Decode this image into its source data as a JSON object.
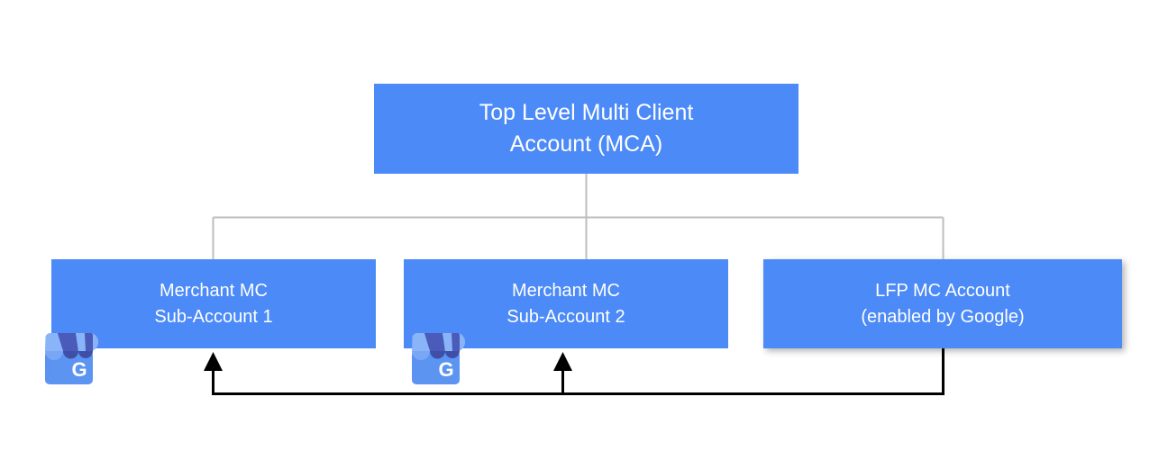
{
  "diagram": {
    "title": "Google Merchant Center account hierarchy",
    "type": "org-tree",
    "colors": {
      "node_fill": "#4c8af7",
      "node_text": "#ffffff",
      "tree_connector": "#bdbdbd",
      "flow_connector": "#000000",
      "canvas_background": "#ffffff"
    },
    "nodes": [
      {
        "id": "top-mca",
        "label": "Top Level Multi Client\nAccount (MCA)",
        "line1": "Top Level Multi Client",
        "line2": "Account (MCA)",
        "level": 1
      },
      {
        "id": "merchant-sub-1",
        "label": "Merchant MC\nSub-Account 1",
        "line1": "Merchant MC",
        "line2": "Sub-Account 1",
        "level": 2,
        "icon": "google-business-storefront-icon"
      },
      {
        "id": "merchant-sub-2",
        "label": "Merchant MC\nSub-Account 2",
        "line1": "Merchant MC",
        "line2": "Sub-Account 2",
        "level": 2,
        "icon": "google-business-storefront-icon"
      },
      {
        "id": "lfp-mc",
        "label": "LFP MC Account\n(enabled by Google)",
        "line1": "LFP MC Account",
        "line2": "(enabled by Google)",
        "level": 2
      }
    ],
    "edges": [
      {
        "from": "top-mca",
        "to": "merchant-sub-1",
        "style": "tree",
        "arrow": false
      },
      {
        "from": "top-mca",
        "to": "merchant-sub-2",
        "style": "tree",
        "arrow": false
      },
      {
        "from": "top-mca",
        "to": "lfp-mc",
        "style": "tree",
        "arrow": false
      },
      {
        "from": "lfp-mc",
        "to": "merchant-sub-1",
        "style": "flow",
        "arrow": true
      },
      {
        "from": "lfp-mc",
        "to": "merchant-sub-2",
        "style": "flow",
        "arrow": true
      }
    ]
  }
}
